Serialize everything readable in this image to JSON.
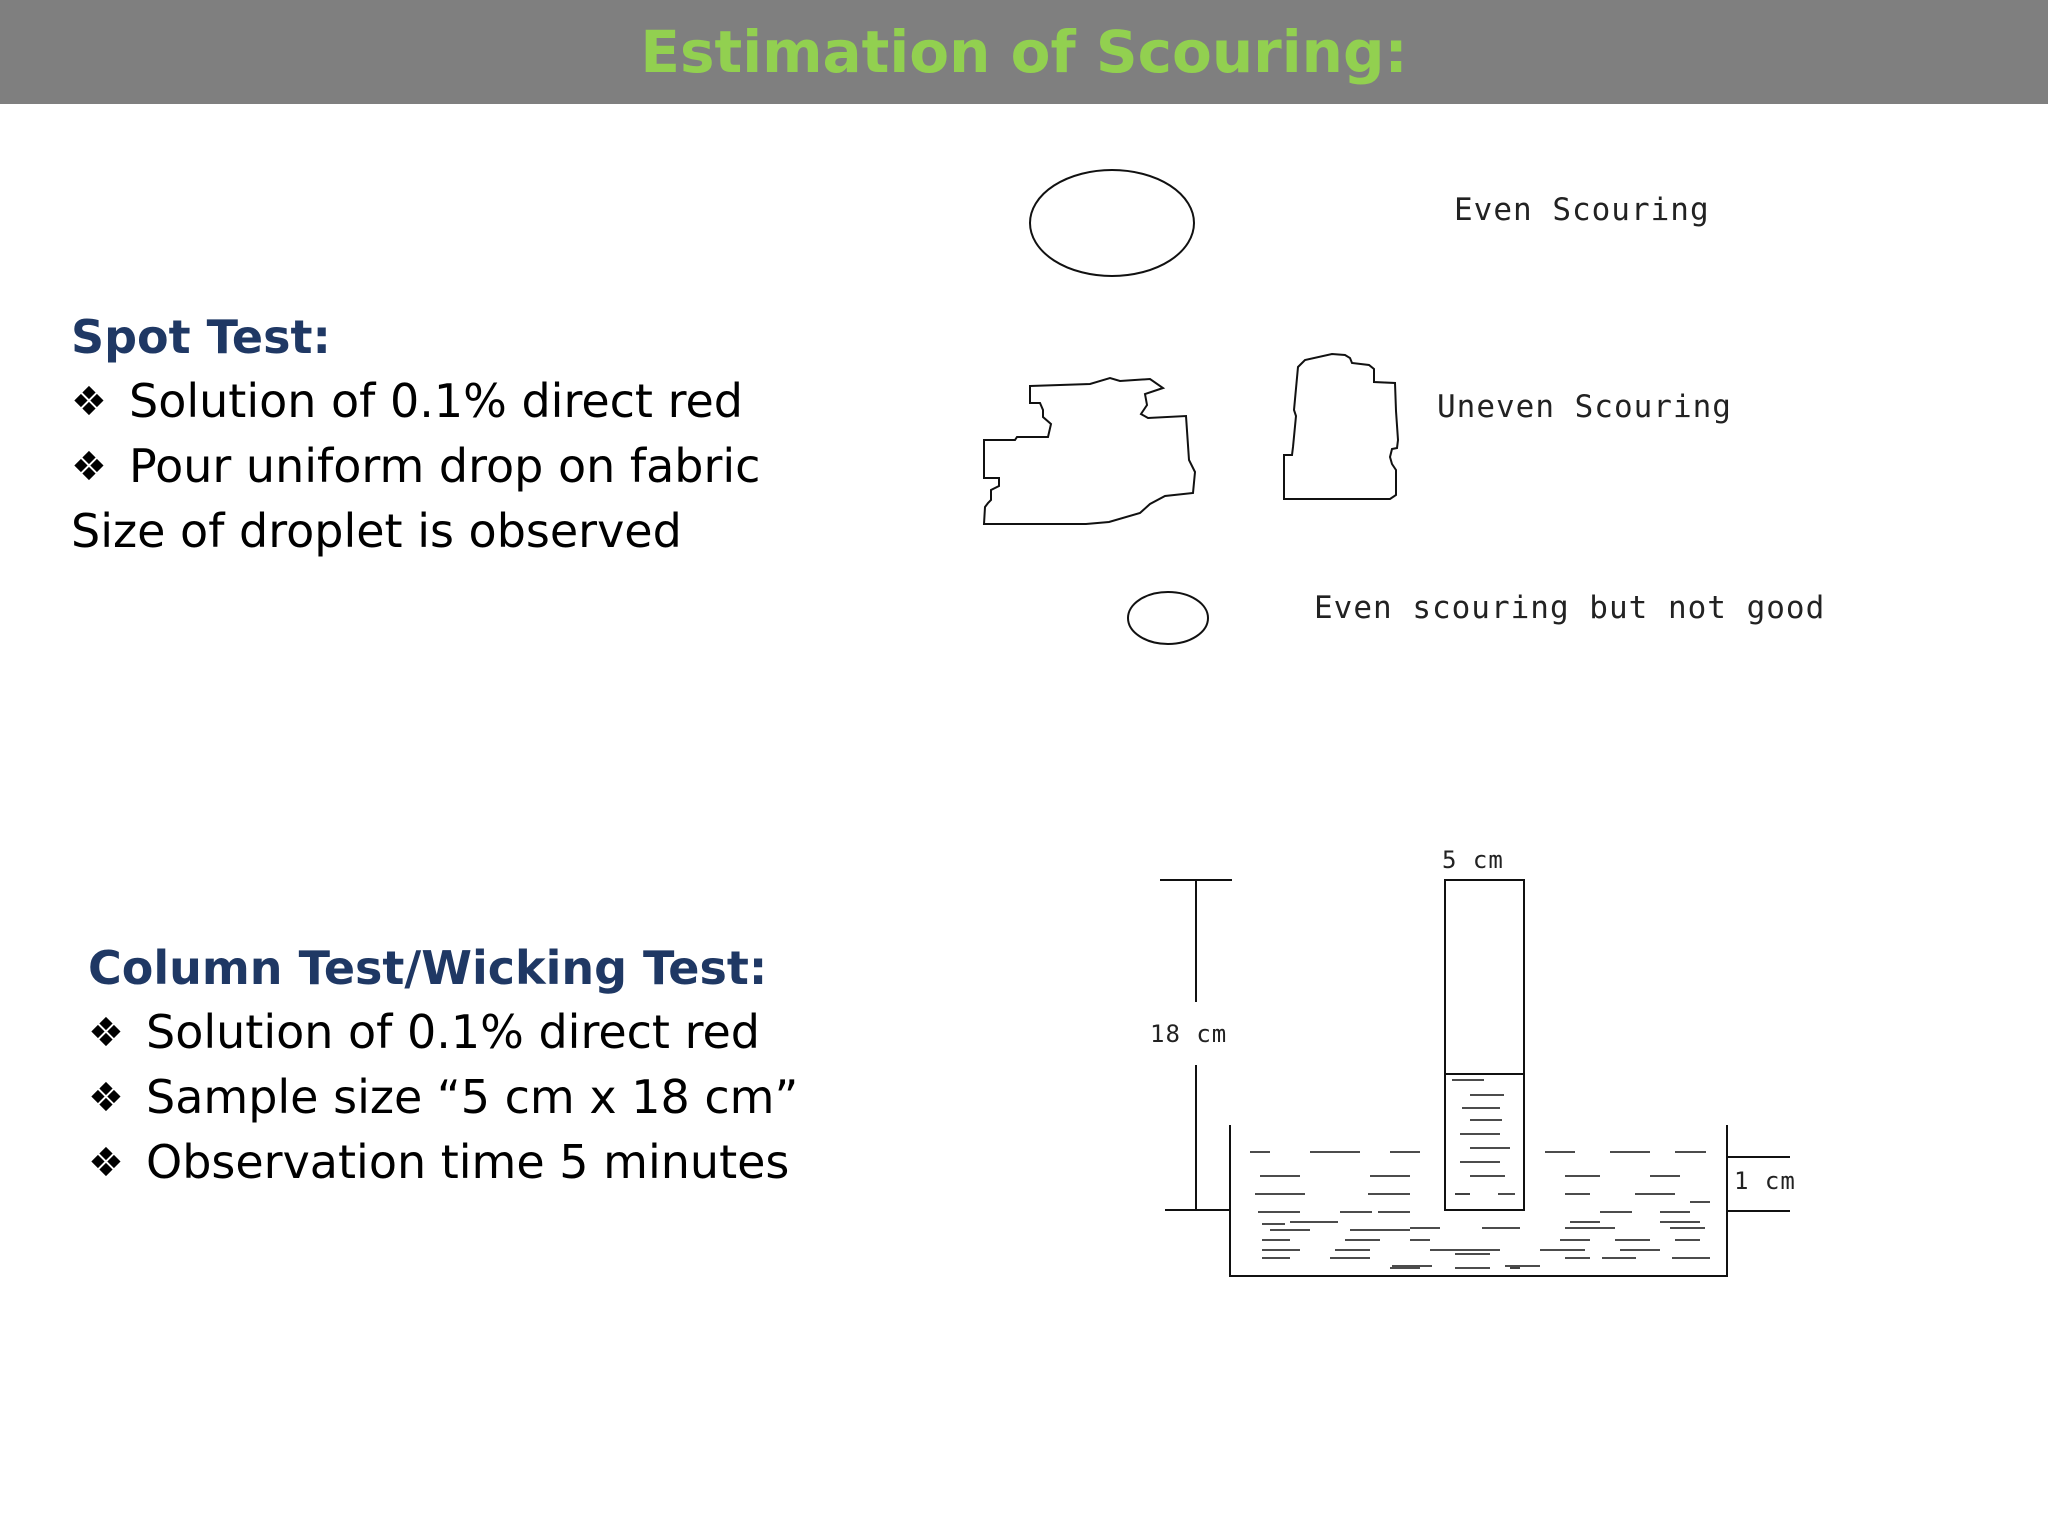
{
  "title": "Estimation of Scouring:",
  "spot_test": {
    "heading": "Spot Test:",
    "bullets": [
      "Solution of 0.1% direct red",
      "Pour uniform drop on fabric"
    ],
    "note": "Size of droplet is observed"
  },
  "column_test": {
    "heading": "Column Test/Wicking Test:",
    "bullets": [
      "Solution of 0.1% direct red",
      "Sample size “5 cm x 18 cm”",
      "Observation time 5 minutes"
    ]
  },
  "bullet_glyph": "❖",
  "figure_spot": {
    "labels": [
      "Even Scouring",
      "Uneven Scouring",
      "Even scouring but not good"
    ]
  },
  "figure_column": {
    "width_label": "5 cm",
    "height_label": "18 cm",
    "depth_label": "1 cm"
  },
  "colors": {
    "title_bar": "#7f7f7f",
    "title_text": "#92d050",
    "heading_text": "#1f3864"
  }
}
